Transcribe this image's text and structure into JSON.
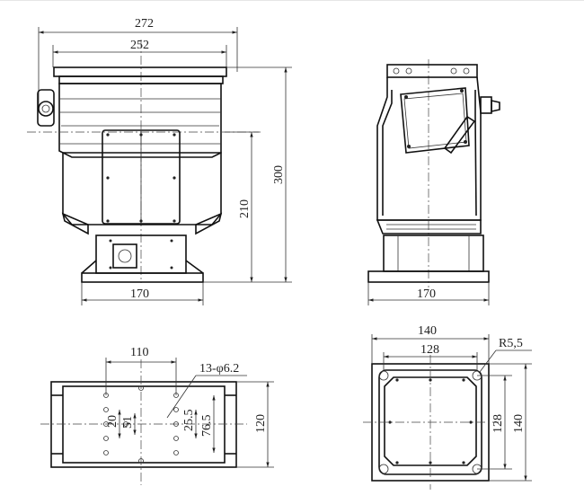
{
  "front_view": {
    "overall_width": "272",
    "top_width": "252",
    "overall_height": "300",
    "axis_height": "210",
    "base_width": "170"
  },
  "side_view": {
    "base_width": "170"
  },
  "bottom_view": {
    "hole_spacing": "110",
    "hole_note": "13-φ6.2",
    "dim_a": "20",
    "dim_b": "51",
    "dim_c": "25.5",
    "dim_d": "76.5",
    "depth": "120"
  },
  "top_view": {
    "outer_width": "140",
    "hole_spacing": "128",
    "corner_radius": "R5,5",
    "inner_height": "128",
    "outer_height": "140"
  }
}
